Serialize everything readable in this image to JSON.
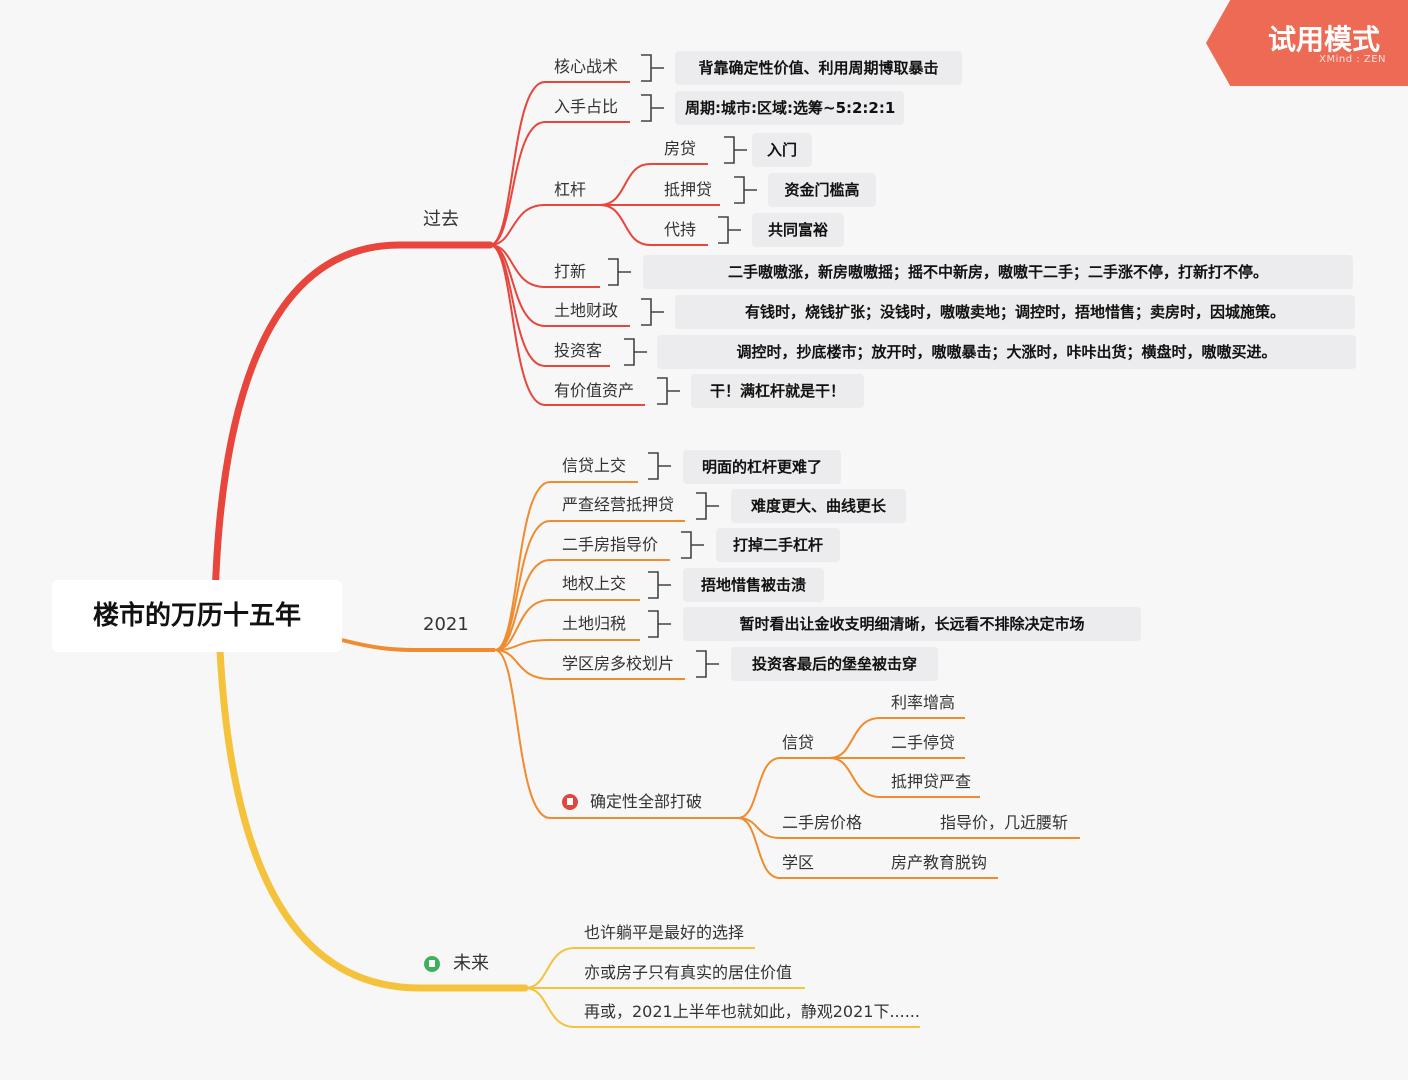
{
  "root": "楼市的万历十五年",
  "watermark": {
    "title": "试用模式",
    "brand": "XMind : ZEN"
  },
  "colors": {
    "past": "#e8453c",
    "y2021": "#f08b2e",
    "future": "#f5c33b",
    "box": "#ececee",
    "flag_red": "#e0483e",
    "flag_green": "#3fb15a"
  },
  "branches": {
    "past": {
      "label": "过去",
      "items": {
        "tactic": {
          "label": "核心战术",
          "note": "背靠确定性价值、利用周期博取暴击"
        },
        "ratio": {
          "label": "入手占比",
          "note": "周期:城市:区域:选筹~5:2:2:1"
        },
        "leverage": {
          "label": "杠杆",
          "mortgage": {
            "label": "房贷",
            "note": "入门"
          },
          "pledge": {
            "label": "抵押贷",
            "note": "资金门槛高"
          },
          "proxy": {
            "label": "代持",
            "note": "共同富裕"
          }
        },
        "newhouse": {
          "label": "打新",
          "note": "二手嗷嗷涨，新房嗷嗷摇；摇不中新房，嗷嗷干二手；二手涨不停，打新打不停。"
        },
        "land": {
          "label": "土地财政",
          "note": "有钱时，烧钱扩张；没钱时，嗷嗷卖地；调控时，捂地惜售；卖房时，因城施策。"
        },
        "investor": {
          "label": "投资客",
          "note": "调控时，抄底楼市；放开时，嗷嗷暴击；大涨时，咔咔出货；横盘时，嗷嗷买进。"
        },
        "asset": {
          "label": "有价值资产",
          "note": "干！满杠杆就是干！"
        }
      }
    },
    "y2021": {
      "label": "2021",
      "items": {
        "credit": {
          "label": "信贷上交",
          "note": "明面的杠杆更难了"
        },
        "biz": {
          "label": "严查经营抵押贷",
          "note": "难度更大、曲线更长"
        },
        "guide": {
          "label": "二手房指导价",
          "note": "打掉二手杠杆"
        },
        "landright": {
          "label": "地权上交",
          "note": "捂地惜售被击溃"
        },
        "tax": {
          "label": "土地归税",
          "note": "暂时看出让金收支明细清晰，长远看不排除决定市场"
        },
        "school": {
          "label": "学区房多校划片",
          "note": "投资客最后的堡垒被击穿"
        },
        "broken": {
          "label": "确定性全部打破",
          "credit": {
            "label": "信贷",
            "a": "利率增高",
            "b": "二手停贷",
            "c": "抵押贷严查"
          },
          "price": {
            "label": "二手房价格",
            "a": "指导价，几近腰斩"
          },
          "district": {
            "label": "学区",
            "a": "房产教育脱钩"
          }
        }
      }
    },
    "future": {
      "label": "未来",
      "items": {
        "a": "也许躺平是最好的选择",
        "b": "亦或房子只有真实的居住价值",
        "c": "再或，2021上半年也就如此，静观2021下......"
      }
    }
  }
}
